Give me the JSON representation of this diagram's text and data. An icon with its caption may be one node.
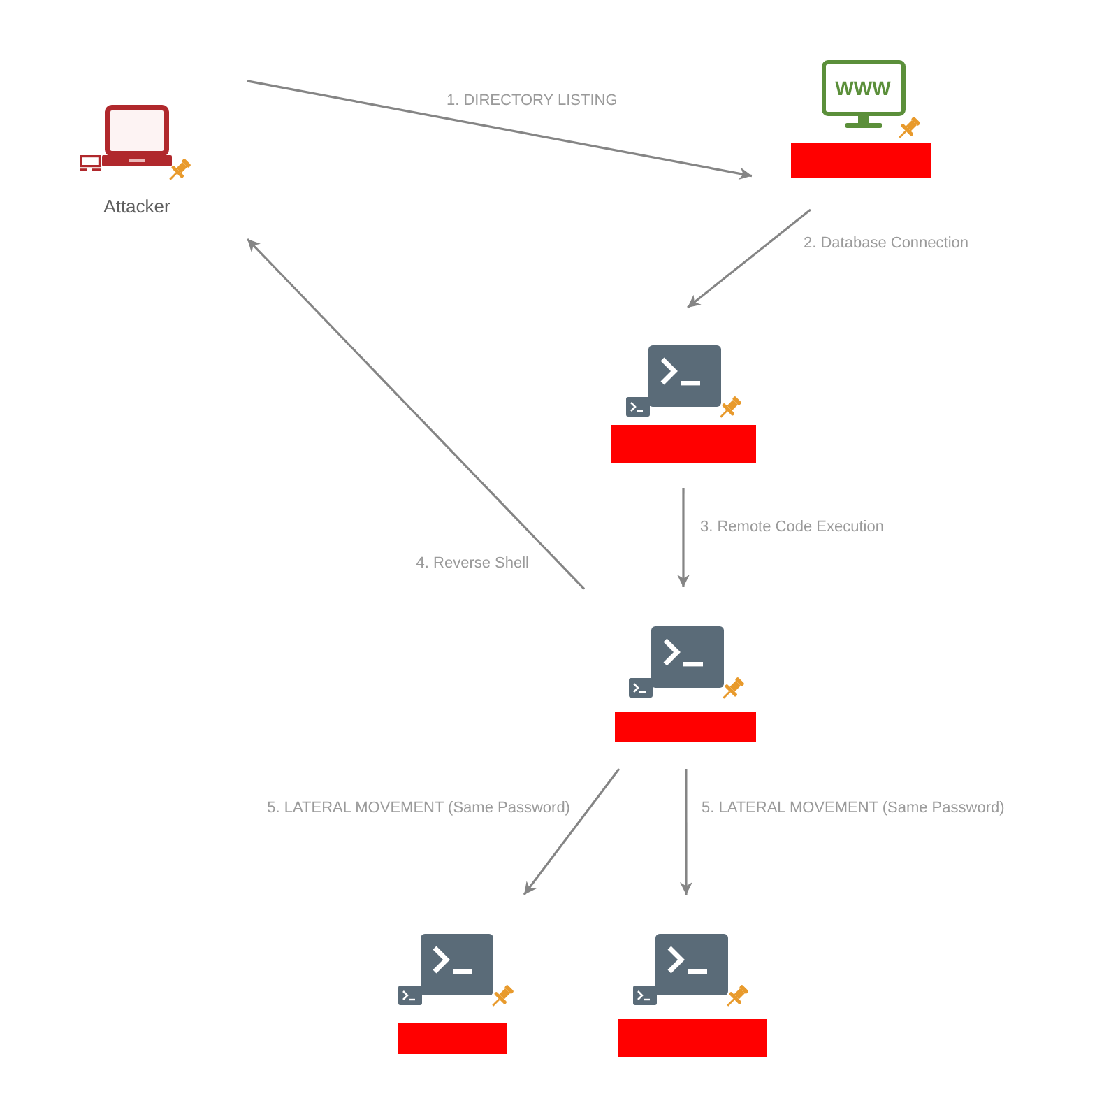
{
  "diagram": {
    "nodes": [
      {
        "text": [
          "Attacker"
        ]
      },
      {
        "text": [
          "WWW"
        ]
      },
      {
        "text": [],
        "shape": "picture"
      },
      {
        "text": [],
        "shape": "picture"
      },
      {
        "text": [],
        "shape": "picture"
      },
      {
        "text": [],
        "shape": "picture"
      }
    ],
    "edges": [
      {
        "from": 0,
        "to": 1,
        "arrow": "to",
        "label": "1. DIRECTORY LISTING"
      },
      {
        "from": 1,
        "to": 2,
        "arrow": "to",
        "label": "2. Database Connection"
      },
      {
        "from": 2,
        "to": 3,
        "arrow": "to",
        "label": "3. Remote Code Execution"
      },
      {
        "from": 3,
        "to": 0,
        "arrow": "to",
        "label": "4. Reverse Shell"
      },
      {
        "from": 3,
        "to": 4,
        "arrow": "to",
        "label": "5. LATERAL MOVEMENT (Same Password)"
      },
      {
        "from": 3,
        "to": 5,
        "arrow": "to",
        "label": "5. LATERAL MOVEMENT (Same Password)"
      }
    ]
  }
}
